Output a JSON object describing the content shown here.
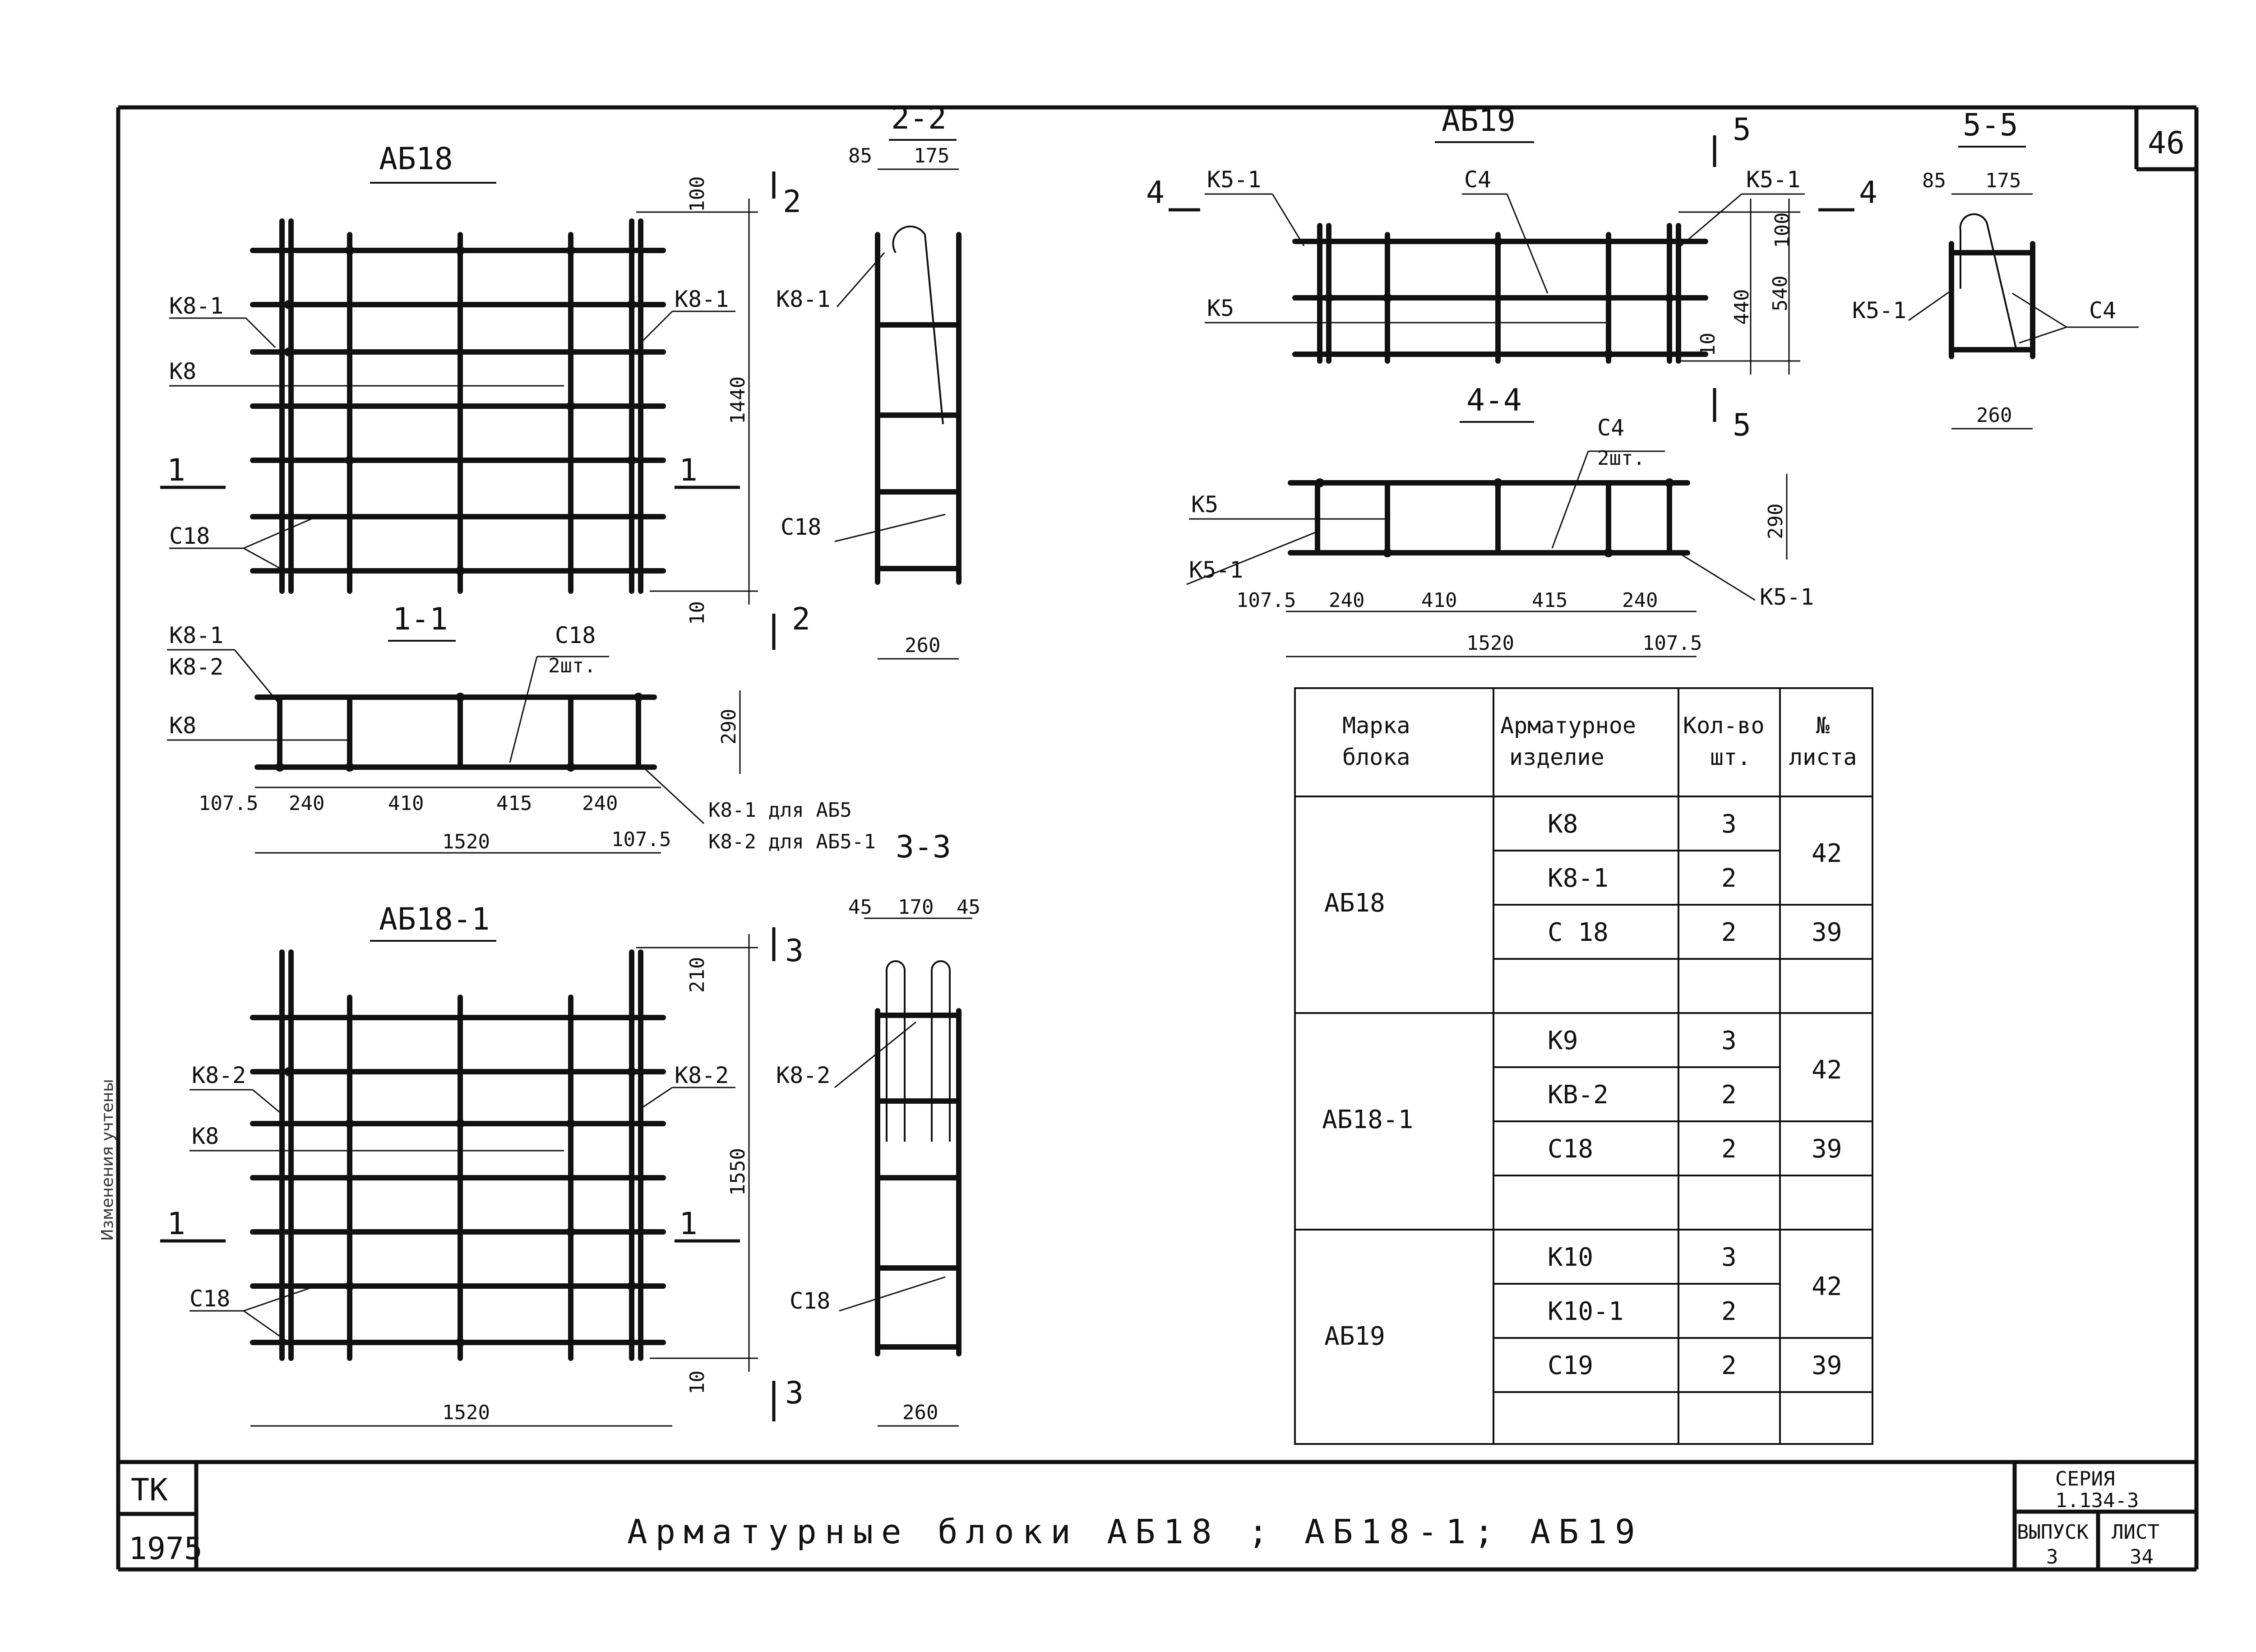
{
  "sheet": {
    "page_number": "46",
    "stamp_top": "ТК",
    "stamp_year": "1975",
    "main_title": "Арматурные блоки АБ18 ; АБ18-1; АБ19",
    "series_label": "СЕРИЯ",
    "series_value": "1.134-3",
    "issue_label": "ВЫПУСК",
    "issue_value": "3",
    "sheet_label": "ЛИСТ",
    "sheet_value": "34",
    "side_note": "Изменения учтены"
  },
  "views": {
    "ab18": {
      "title": "АБ18",
      "labels": [
        "К8-1",
        "К8-1",
        "К8",
        "С18"
      ],
      "dims": [
        "100",
        "1440",
        "10"
      ],
      "cuts": [
        "1",
        "1",
        "2",
        "2"
      ]
    },
    "section_2_2": {
      "title": "2-2",
      "labels": [
        "К8-1",
        "С18"
      ],
      "dims": [
        "85",
        "175",
        "260"
      ]
    },
    "section_1_1": {
      "title": "1-1",
      "labels": [
        "К8-1",
        "К8-2",
        "К8",
        "С18",
        "2шт.",
        "К8-1 для АБ5",
        "К8-2 для АБ5-1"
      ],
      "dims": [
        "107.5",
        "240",
        "410",
        "415",
        "240",
        "107.5",
        "1520",
        "290"
      ]
    },
    "ab18_1": {
      "title": "АБ18-1",
      "labels": [
        "К8-2",
        "К8-2",
        "К8",
        "С18"
      ],
      "dims": [
        "210",
        "1550",
        "10",
        "1520"
      ],
      "cuts": [
        "1",
        "1",
        "3",
        "3"
      ]
    },
    "section_3_3": {
      "title": "3-3",
      "labels": [
        "К8-2",
        "С18"
      ],
      "dims": [
        "45",
        "170",
        "45",
        "260"
      ]
    },
    "ab19": {
      "title": "АБ19",
      "labels": [
        "К5-1",
        "С4",
        "К5-1",
        "К5"
      ],
      "dims": [
        "100",
        "440",
        "540",
        "10"
      ],
      "cuts": [
        "4",
        "4",
        "5",
        "5"
      ]
    },
    "section_5_5": {
      "title": "5-5",
      "labels": [
        "К5-1",
        "С4"
      ],
      "dims": [
        "85",
        "175",
        "260"
      ]
    },
    "section_4_4": {
      "title": "4-4",
      "labels": [
        "С4",
        "2шт.",
        "К5",
        "К5-1",
        "К5-1"
      ],
      "dims": [
        "107.5",
        "240",
        "410",
        "415",
        "240",
        "1520",
        "107.5",
        "290"
      ]
    }
  },
  "table": {
    "headers": [
      [
        "Марка",
        "блока"
      ],
      [
        "Арматурное",
        "изделие"
      ],
      [
        "Кол-во",
        "шт."
      ],
      [
        "№",
        "листа"
      ]
    ],
    "groups": [
      {
        "block": "АБ18",
        "rows": [
          {
            "item": "К8",
            "qty": "3"
          },
          {
            "item": "К8-1",
            "qty": "2"
          },
          {
            "item": "С 18",
            "qty": "2"
          }
        ],
        "sheet_a": "42",
        "sheet_b": "39"
      },
      {
        "block": "АБ18-1",
        "rows": [
          {
            "item": "К9",
            "qty": "3"
          },
          {
            "item": "КВ-2",
            "qty": "2"
          },
          {
            "item": "С18",
            "qty": "2"
          }
        ],
        "sheet_a": "42",
        "sheet_b": "39"
      },
      {
        "block": "АБ19",
        "rows": [
          {
            "item": "К10",
            "qty": "3"
          },
          {
            "item": "К10-1",
            "qty": "2"
          },
          {
            "item": "С19",
            "qty": "2"
          }
        ],
        "sheet_a": "42",
        "sheet_b": "39"
      }
    ]
  }
}
